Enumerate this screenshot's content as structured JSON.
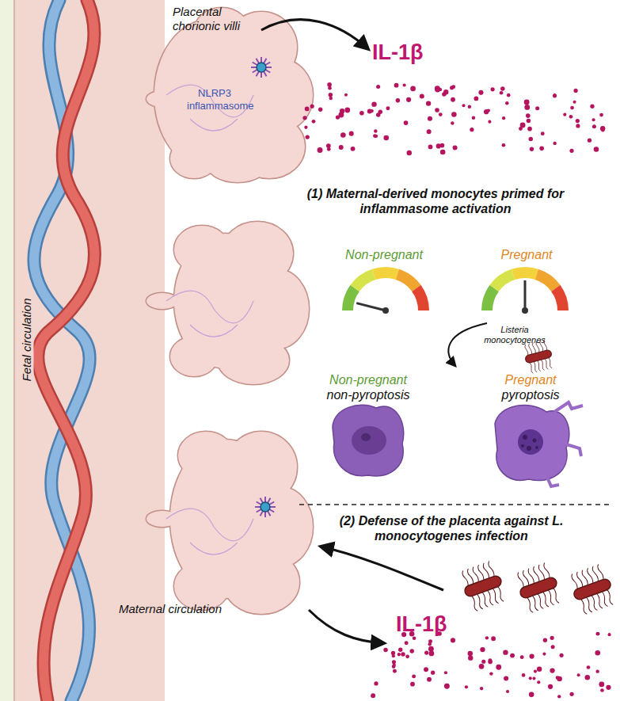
{
  "diagram": {
    "labels": [
      "Placental chorionic villi",
      "NLRP3 inflammasome",
      "IL-1β",
      "(1) Maternal-derived monocytes primed for inflammasome activation",
      "Non-pregnant",
      "Pregnant",
      "Listeria monocytogenes",
      "Non-pregnant",
      "non-pyroptosis",
      "Pregnant",
      "pyroptosis",
      "Fetal circulation",
      "(2) Defense of the placenta against L. monocytogenes infection",
      "Maternal circulation",
      "IL-1β"
    ]
  }
}
